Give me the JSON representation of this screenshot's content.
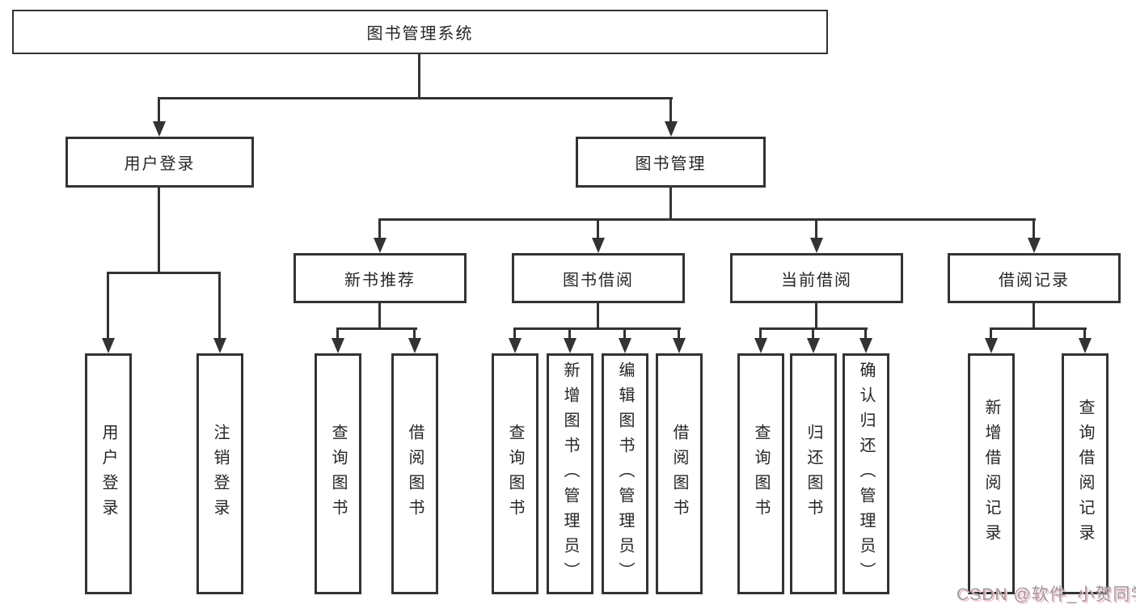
{
  "diagram": {
    "root": {
      "label": "图书管理系统"
    },
    "branches": {
      "user_login": {
        "label": "用户登录"
      },
      "book_management": {
        "label": "图书管理"
      }
    },
    "modules": {
      "new_book_recommend": {
        "label": "新书推荐"
      },
      "book_borrow": {
        "label": "图书借阅"
      },
      "current_borrow": {
        "label": "当前借阅"
      },
      "borrow_records": {
        "label": "借阅记录"
      }
    },
    "leaves": {
      "login": {
        "label": "用户登录"
      },
      "logout": {
        "label": "注销登录"
      },
      "recommend_query_books": {
        "label": "查询图书"
      },
      "recommend_borrow_books": {
        "label": "借阅图书"
      },
      "borrow_query_books": {
        "label": "查询图书"
      },
      "borrow_add_books": {
        "label": "新增图书（管理员）"
      },
      "borrow_edit_books": {
        "label": "编辑图书（管理员）"
      },
      "borrow_borrow_books": {
        "label": "借阅图书"
      },
      "current_query_books": {
        "label": "查询图书"
      },
      "current_return_books": {
        "label": "归还图书"
      },
      "current_confirm_return": {
        "label": "确认归还（管理员）"
      },
      "records_add_record": {
        "label": "新增借阅记录"
      },
      "records_query_record": {
        "label": "查询借阅记录"
      }
    },
    "watermark": "CSDN @软件_小贺同学",
    "colors": {
      "line": "#333333",
      "text": "#262626",
      "watermark_text": "#9c9c9c",
      "watermark_shadow": "#f5c2cd"
    }
  }
}
